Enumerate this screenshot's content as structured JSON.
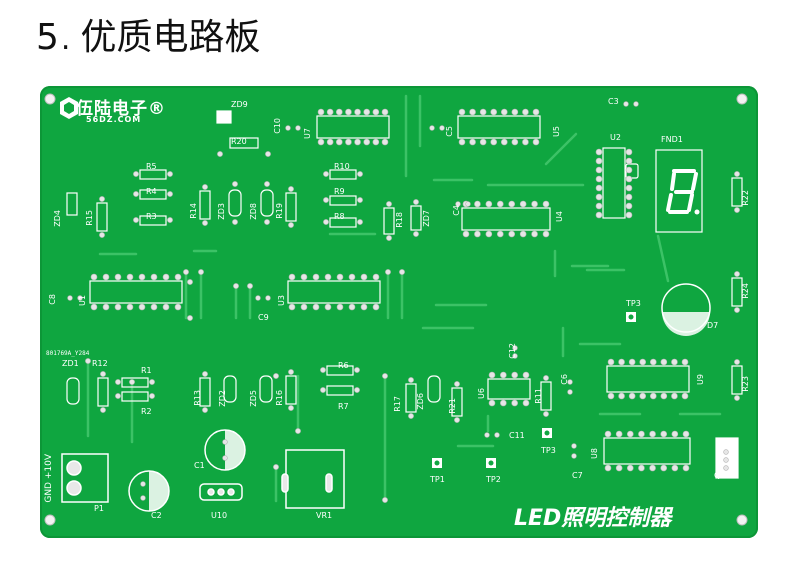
{
  "heading": {
    "number": "5",
    "text": "优质电路板"
  },
  "logo": {
    "brand": "伍陆电子®",
    "site": "56DZ.COM"
  },
  "board": {
    "title": "LED照明控制器",
    "version": "801769A_Y284",
    "power_label": "GND +10V"
  },
  "labels": {
    "zd9": "ZD9",
    "r20": "R20",
    "c10": "C10",
    "u7": "U7",
    "c5": "C5",
    "u5": "U5",
    "c3": "C3",
    "u2": "U2",
    "fnd1": "FND1",
    "r5": "R5",
    "r4": "R4",
    "r3": "R3",
    "zd4": "ZD4",
    "r15": "R15",
    "r14": "R14",
    "zd3": "ZD3",
    "zd8": "ZD8",
    "r19": "R19",
    "r10": "R10",
    "r9": "R9",
    "r8": "R8",
    "r18": "R18",
    "zd7": "ZD7",
    "c4": "C4",
    "u4": "U4",
    "r22": "R22",
    "c8": "C8",
    "u1": "U1",
    "u3": "U3",
    "c9": "C9",
    "tp3a": "TP3",
    "r24": "R24",
    "d7": "D7",
    "zd1": "ZD1",
    "r12": "R12",
    "r1": "R1",
    "r2": "R2",
    "c12": "C12",
    "r6": "R6",
    "r7": "R7",
    "r13": "R13",
    "zd2": "ZD2",
    "zd5": "ZD5",
    "r16": "R16",
    "r17": "R17",
    "zd6": "ZD6",
    "r21": "R21",
    "u6": "U6",
    "r11": "R11",
    "c6": "C6",
    "u9": "U9",
    "r23": "R23",
    "c11": "C11",
    "tp3b": "TP3",
    "c1": "C1",
    "tp1": "TP1",
    "tp2": "TP2",
    "u8": "U8",
    "c7": "C7",
    "q1": "Q1",
    "p1": "P1",
    "c2": "C2",
    "u10": "U10",
    "vr1": "VR1"
  },
  "colors": {
    "board": "#0fa640",
    "silk": "#ffffff",
    "pad": "#e0e0e0"
  }
}
